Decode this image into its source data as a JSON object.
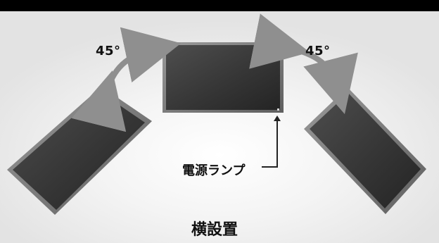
{
  "labels": {
    "angle_left": "45°",
    "angle_right": "45°",
    "power_lamp": "電源ランプ",
    "orientation": "横設置"
  },
  "colors": {
    "top_bar": "#000000",
    "panel_face": "#3d3d3d",
    "panel_frame": "#7a7a7a",
    "arrow": "#8f8f8f",
    "text": "#111111"
  },
  "icons": {
    "left_rotation_arrow": "curved-double-arrow-icon",
    "right_rotation_arrow": "curved-double-arrow-icon"
  }
}
